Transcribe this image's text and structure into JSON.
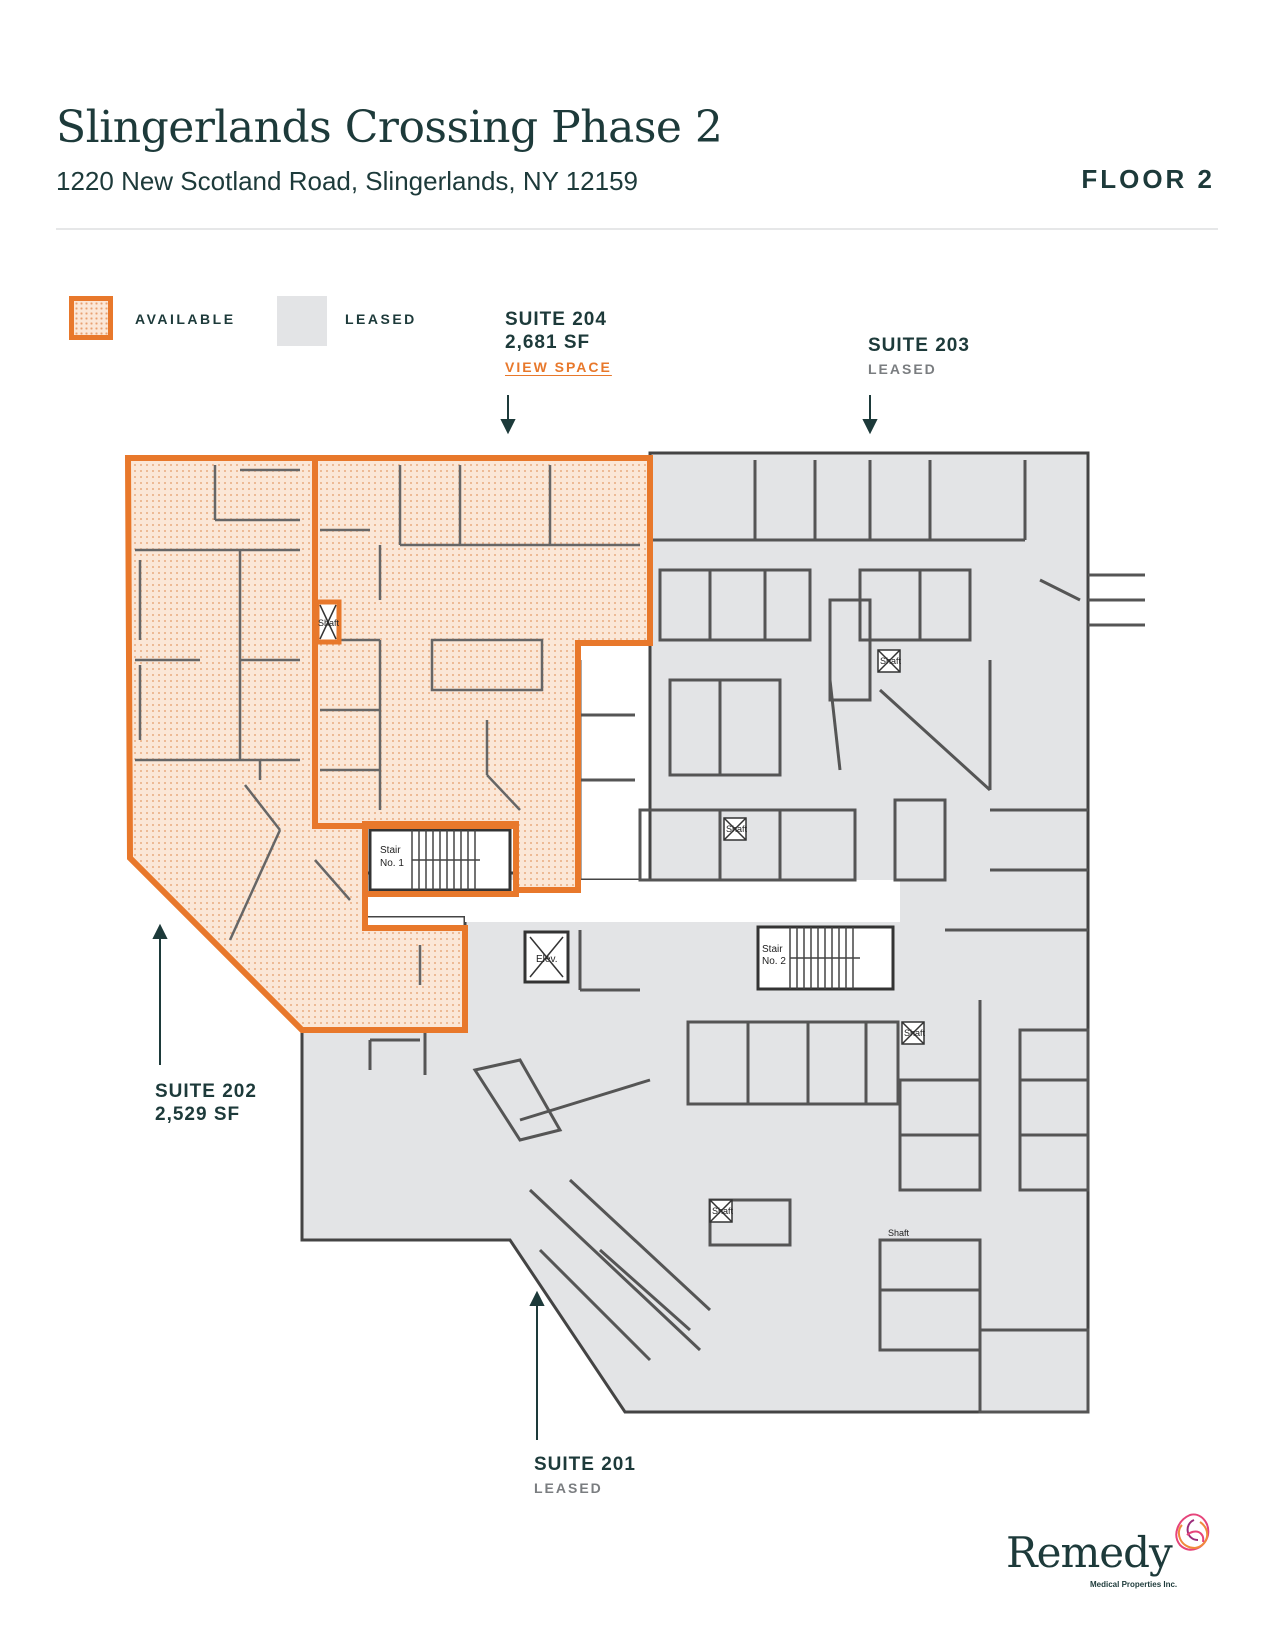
{
  "header": {
    "title": "Slingerlands Crossing Phase 2",
    "address": "1220 New Scotland Road, Slingerlands, NY 12159",
    "floor": "FLOOR 2"
  },
  "legend": {
    "available_label": "AVAILABLE",
    "leased_label": "LEASED"
  },
  "colors": {
    "available_border": "#e8782b",
    "available_fill": "#fbe7d7",
    "leased_fill": "#e3e4e6",
    "text_dark": "#1d3a3a",
    "text_muted": "#7a7d80",
    "wall": "#555555"
  },
  "suites": {
    "s204": {
      "name": "SUITE 204",
      "area": "2,681 SF",
      "link": "VIEW SPACE"
    },
    "s203": {
      "name": "SUITE 203",
      "status": "LEASED"
    },
    "s202": {
      "name": "SUITE 202",
      "area": "2,529 SF"
    },
    "s201": {
      "name": "SUITE 201",
      "status": "LEASED"
    }
  },
  "plan_labels": {
    "stair1_a": "Stair",
    "stair1_b": "No. 1",
    "stair2_a": "Stair",
    "stair2_b": "No. 2",
    "elev": "Elev.",
    "shaft": "Shaft"
  },
  "logo": {
    "name": "Remedy",
    "sub": "Medical Properties Inc."
  }
}
